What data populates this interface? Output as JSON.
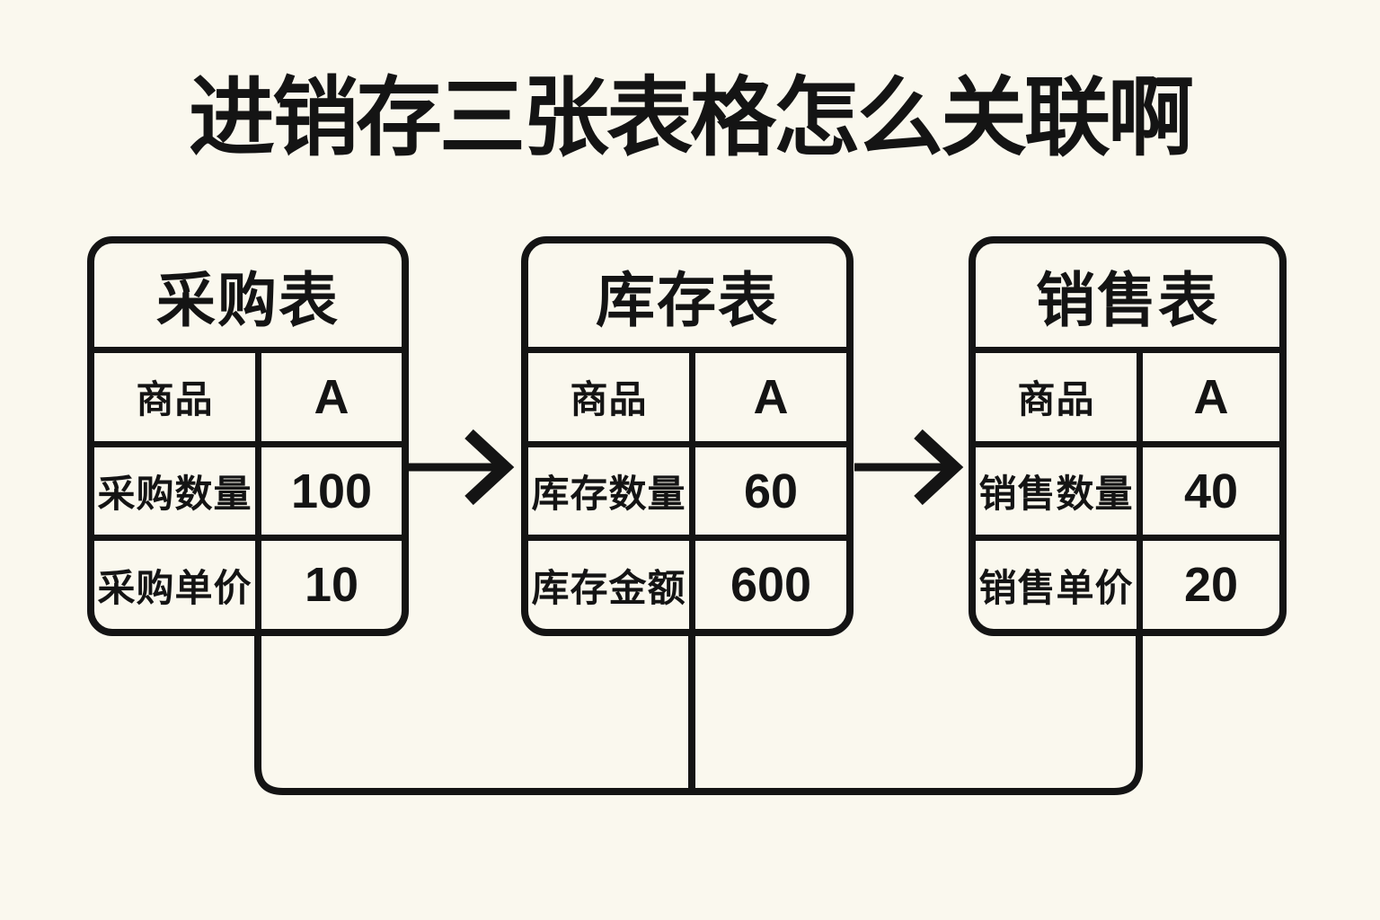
{
  "page": {
    "title": "进销存三张表格怎么关联啊",
    "colors": {
      "background": "#faf8ee",
      "line": "#141414"
    }
  },
  "tables": [
    {
      "id": "purchase",
      "title": "采购表",
      "rows": [
        {
          "label": "商品",
          "value": "A"
        },
        {
          "label": "采购数量",
          "value": "100"
        },
        {
          "label": "采购单价",
          "value": "10"
        }
      ]
    },
    {
      "id": "inventory",
      "title": "库存表",
      "rows": [
        {
          "label": "商品",
          "value": "A"
        },
        {
          "label": "库存数量",
          "value": "60"
        },
        {
          "label": "库存金额",
          "value": "600"
        }
      ]
    },
    {
      "id": "sales",
      "title": "销售表",
      "rows": [
        {
          "label": "商品",
          "value": "A"
        },
        {
          "label": "销售数量",
          "value": "40"
        },
        {
          "label": "销售单价",
          "value": "20"
        }
      ]
    }
  ],
  "connections": [
    {
      "type": "arrow",
      "from": "purchase",
      "to": "inventory"
    },
    {
      "type": "arrow",
      "from": "inventory",
      "to": "sales"
    },
    {
      "type": "bracket-line",
      "from": "purchase",
      "via": "inventory",
      "to": "sales"
    }
  ]
}
